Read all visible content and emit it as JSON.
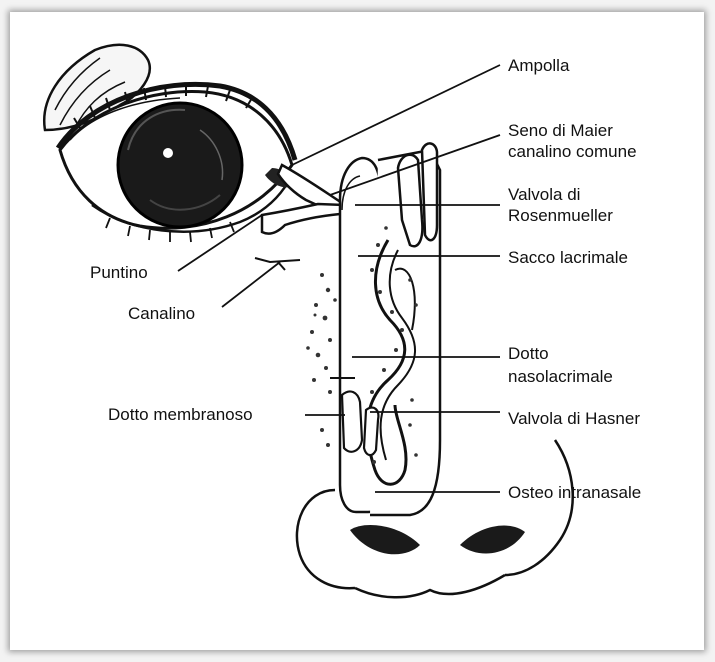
{
  "labels": {
    "ampolla": "Ampolla",
    "seno_1": "Seno di Maier",
    "seno_2": "canalino comune",
    "valvola_rosen_1": "Valvola di",
    "valvola_rosen_2": "Rosenmueller",
    "sacco": "Sacco lacrimale",
    "dotto_naso_1": "Dotto",
    "dotto_naso_2": "nasolacrimale",
    "hasner": "Valvola di Hasner",
    "osteo": "Osteo intranasale",
    "puntino": "Puntino",
    "canalino": "Canalino",
    "dotto_membranoso": "Dotto membranoso"
  }
}
